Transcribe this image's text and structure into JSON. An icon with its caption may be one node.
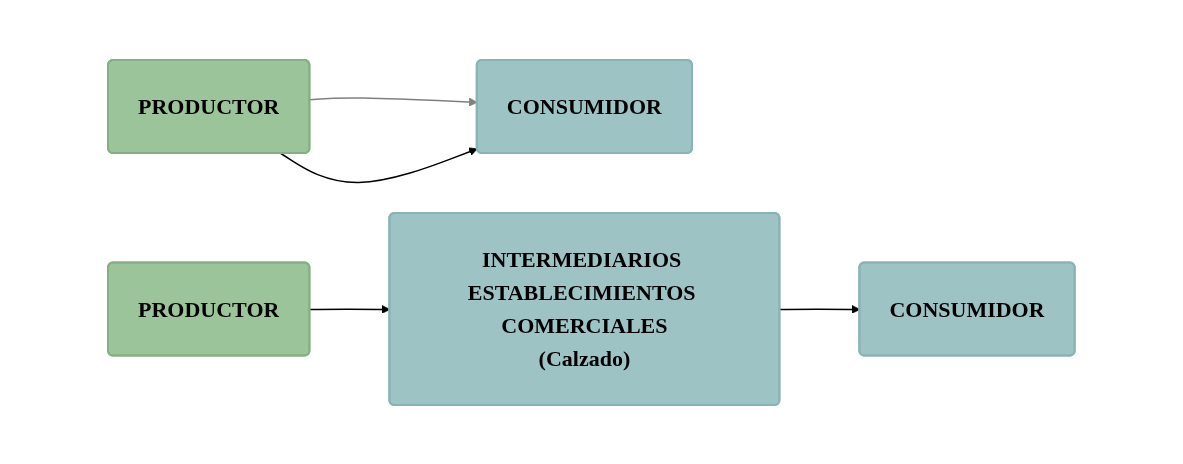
{
  "diagram": {
    "nodes": [
      {
        "text": [
          "PRODUCTOR"
        ]
      },
      {
        "text": [
          "CONSUMIDOR"
        ]
      },
      {
        "text": [
          "PRODUCTOR"
        ]
      },
      {
        "text": [
          "INTERMEDIARIOS ESTABLECIMIENTOS COMERCIALES",
          "(Calzado)"
        ]
      },
      {
        "text": [
          "CONSUMIDOR"
        ]
      }
    ],
    "edges": [
      {
        "from": 0,
        "to": 1,
        "arrow": "to",
        "color": "#808080"
      },
      {
        "from": 0,
        "to": 1,
        "arrow": "to"
      },
      {
        "from": 2,
        "to": 3,
        "arrow": "to"
      },
      {
        "from": 3,
        "to": 4,
        "arrow": "to"
      }
    ]
  }
}
